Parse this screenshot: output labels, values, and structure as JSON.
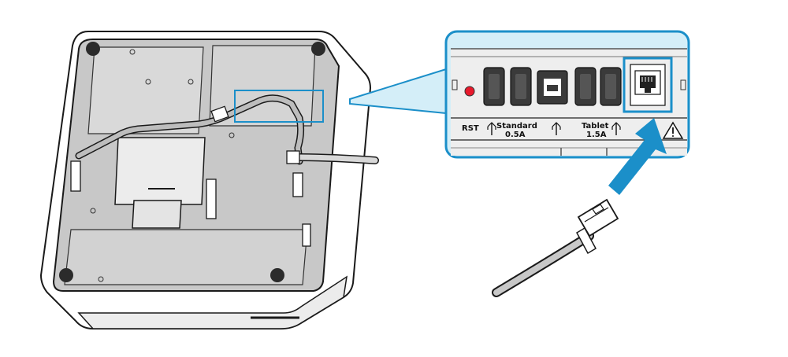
{
  "port_panel": {
    "labels": {
      "reset": "RST",
      "standard": "Standard",
      "standard_rating": "0.5A",
      "tablet": "Tablet",
      "tablet_rating": "1.5A"
    },
    "ports": [
      "reset-button",
      "usb-a",
      "usb-a",
      "usb-b",
      "usb-a",
      "usb-a",
      "rj12-modular-jack"
    ],
    "highlighted_port": "rj12-modular-jack",
    "warning_symbol": "caution-triangle"
  },
  "colors": {
    "accent_blue": "#1b8fc9",
    "callout_fill": "#d4eef8",
    "device_gray": "#c8c8c8",
    "reset_red": "#e8192c"
  },
  "icons": [
    "usb-icon",
    "warning-icon",
    "arrow-icon",
    "cable-plug-icon"
  ]
}
